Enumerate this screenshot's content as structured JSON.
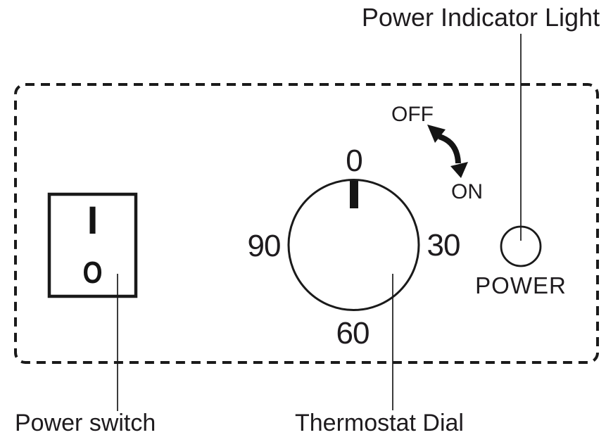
{
  "diagram": {
    "title": "Power Indicator Light",
    "power_switch": {
      "label": "Power switch",
      "on_symbol": "I",
      "off_symbol": "O"
    },
    "thermostat": {
      "label": "Thermostat Dial",
      "off_label": "OFF",
      "on_label": "ON",
      "scale": [
        "0",
        "30",
        "60",
        "90"
      ]
    },
    "power_indicator": {
      "label": "POWER"
    },
    "colors": {
      "ink": "#1a1a1a",
      "background": "#ffffff"
    }
  }
}
